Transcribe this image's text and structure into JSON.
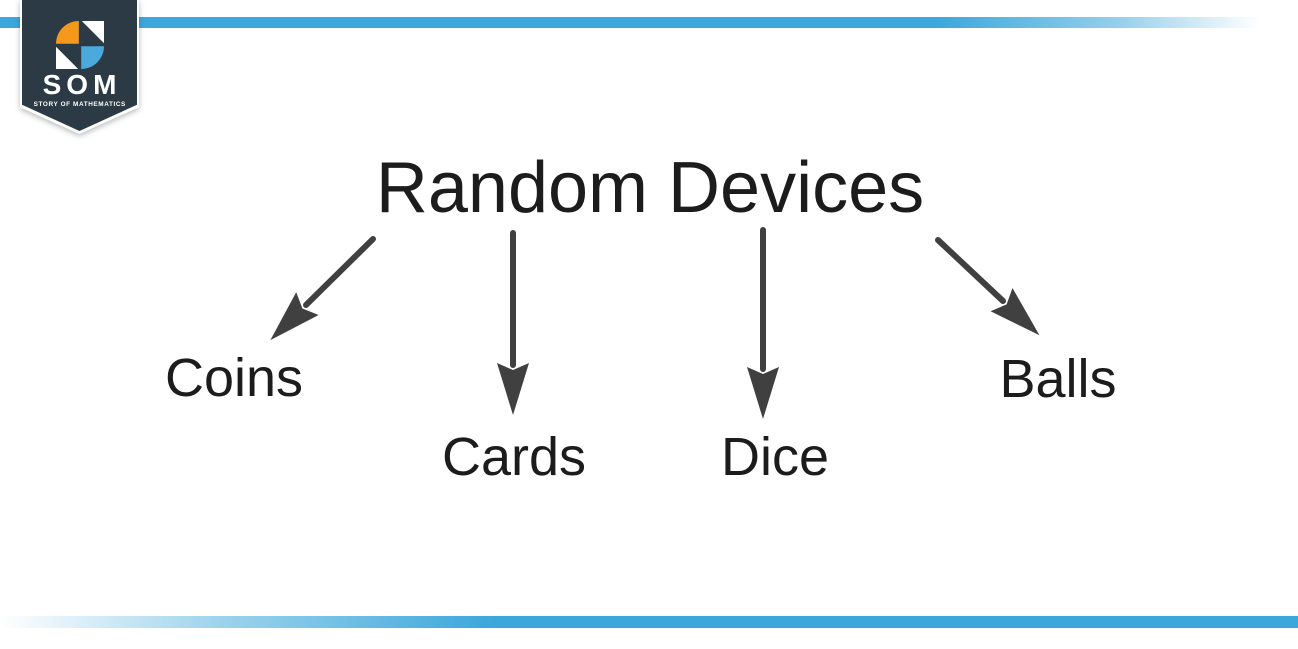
{
  "theme": {
    "background": "#FFFFFF",
    "accent_blue": "#3BA7DB"
  },
  "logo": {
    "title": "SOM",
    "subtitle": "STORY OF MATHEMATICS",
    "badge_color": "#2B3A44",
    "icon_orange": "#F5991D",
    "icon_blue": "#4BA9DC",
    "icon_white": "#FFFFFF"
  },
  "diagram": {
    "title": "Random Devices",
    "text_color": "#1C1C1C",
    "arrow_color": "#404040",
    "nodes": [
      {
        "id": "coins",
        "label": "Coins"
      },
      {
        "id": "cards",
        "label": "Cards"
      },
      {
        "id": "dice",
        "label": "Dice"
      },
      {
        "id": "balls",
        "label": "Balls"
      }
    ],
    "edges": [
      {
        "from": "Random Devices",
        "to": "Coins"
      },
      {
        "from": "Random Devices",
        "to": "Cards"
      },
      {
        "from": "Random Devices",
        "to": "Dice"
      },
      {
        "from": "Random Devices",
        "to": "Balls"
      }
    ]
  }
}
